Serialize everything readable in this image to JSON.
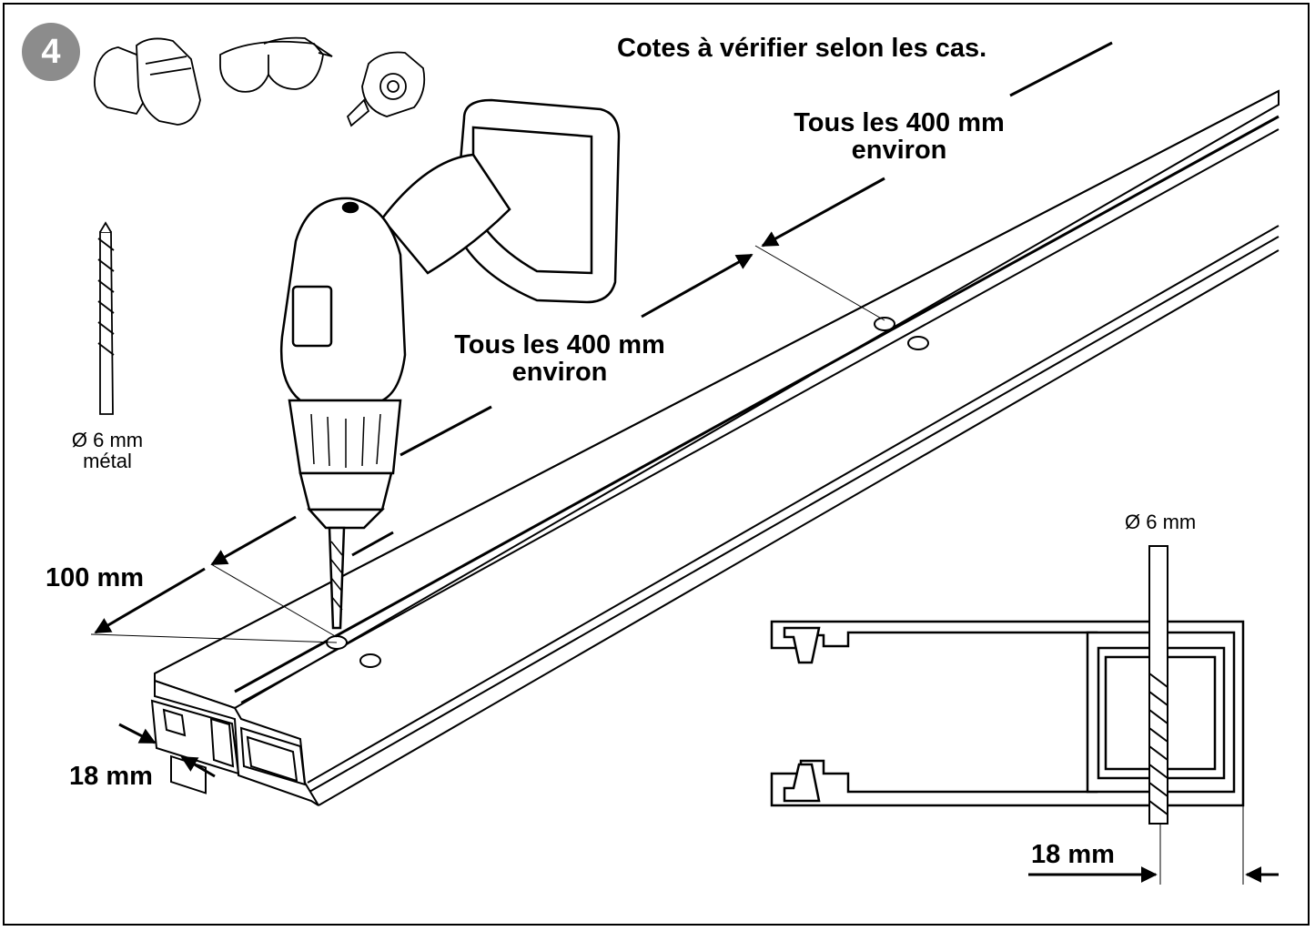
{
  "step": {
    "number": "4"
  },
  "header_note": "Cotes à vérifier selon les cas.",
  "tools": {
    "icons": [
      "gloves-icon",
      "safety-glasses-icon",
      "tape-measure-icon",
      "drill-bit-icon",
      "cordless-drill-icon"
    ]
  },
  "drill_bit": {
    "size": "Ø 6 mm",
    "material": "métal"
  },
  "dimensions": {
    "spacing_top": [
      "Tous les 400 mm",
      "environ"
    ],
    "spacing_middle": [
      "Tous les 400 mm",
      "environ"
    ],
    "edge_offset": "100 mm",
    "profile_depth": "18 mm"
  },
  "section_view": {
    "bit_diameter": "Ø 6 mm",
    "hole_offset": "18 mm"
  },
  "colors": {
    "line": "#000000",
    "badge": "#8c8c8c",
    "background": "#ffffff"
  }
}
